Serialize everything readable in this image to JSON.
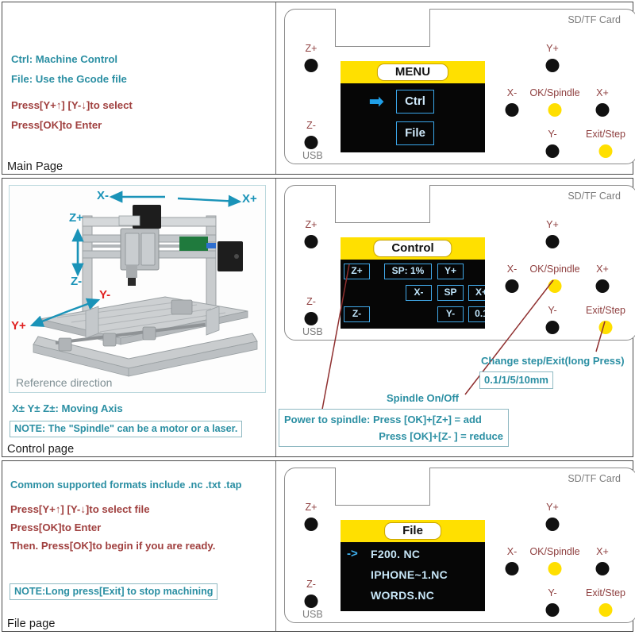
{
  "rows": {
    "main": {
      "caption": "Main Page"
    },
    "control": {
      "caption": "Control page"
    },
    "file": {
      "caption": "File page"
    }
  },
  "main_page": {
    "lines_teal": [
      "Ctrl: Machine Control",
      "File: Use the Gcode file"
    ],
    "lines_red": [
      "Press[Y+↑] [Y-↓]to select",
      "Press[OK]to Enter"
    ]
  },
  "control_page": {
    "machine_caption": "Reference direction",
    "axis_labels": [
      {
        "text": "X-",
        "color": "#1a93b8"
      },
      {
        "text": "X+",
        "color": "#1a93b8"
      },
      {
        "text": "Z+",
        "color": "#1a93b8"
      },
      {
        "text": "Z-",
        "color": "#1a93b8"
      },
      {
        "text": "Y-",
        "color": "#e02020"
      },
      {
        "text": "Y+",
        "color": "#e02020"
      }
    ],
    "moving_axis_note": "X± Y± Z±: Moving Axis",
    "spindle_note": "NOTE: The \"Spindle\" can be a motor or a laser.",
    "annotations": {
      "change_step": "Change step/Exit(long Press)",
      "step_values": "0.1/1/5/10mm",
      "spindle_onoff": "Spindle On/Off",
      "power_line1": "Power to spindle: Press [OK]+[Z+] = add",
      "power_line2": "Press [OK]+[Z- ] = reduce"
    }
  },
  "file_page": {
    "formats_line": "Common supported formats include .nc .txt .tap",
    "lines_red": [
      "Press[Y+↑] [Y-↓]to select file",
      "Press[OK]to Enter",
      "Then. Press[OK]to begin if you are ready."
    ],
    "stop_note": "NOTE:Long press[Exit] to stop machining"
  },
  "board": {
    "sd_label": "SD/TF Card",
    "usb_label": "USB",
    "buttons": [
      {
        "name": "z-plus",
        "label": "Z+",
        "color": "black"
      },
      {
        "name": "z-minus",
        "label": "Z-",
        "color": "black"
      },
      {
        "name": "y-plus",
        "label": "Y+",
        "color": "black"
      },
      {
        "name": "x-minus",
        "label": "X-",
        "color": "black"
      },
      {
        "name": "ok-spindle",
        "label": "OK/Spindle",
        "color": "yellow"
      },
      {
        "name": "x-plus",
        "label": "X+",
        "color": "black"
      },
      {
        "name": "y-minus",
        "label": "Y-",
        "color": "black"
      },
      {
        "name": "exit-step",
        "label": "Exit/Step",
        "color": "yellow"
      }
    ]
  },
  "lcd_menu": {
    "title": "MENU",
    "items": [
      {
        "label": "Ctrl",
        "selected": true
      },
      {
        "label": "File",
        "selected": false
      }
    ],
    "cursor": "➡"
  },
  "lcd_control": {
    "title": "Control",
    "cells": [
      {
        "label": "Z+"
      },
      {
        "label": "SP: 1%"
      },
      {
        "label": "Y+"
      },
      {
        "label": "X-"
      },
      {
        "label": "SP"
      },
      {
        "label": "X+"
      },
      {
        "label": "Z-"
      },
      {
        "label": "Y-"
      },
      {
        "label": "0.1"
      }
    ]
  },
  "lcd_file": {
    "title": "File",
    "cursor": "->",
    "files": [
      "F200. NC",
      "IPHONE~1.NC",
      "WORDS.NC"
    ]
  },
  "colors": {
    "teal": "#2b8fa3",
    "red": "#a0403f",
    "lcd_yellow": "#ffe000",
    "button_yellow": "#ffdf00",
    "lcd_blue": "#41a8e8",
    "axis_blue": "#1a93b8",
    "axis_red": "#e02020"
  }
}
